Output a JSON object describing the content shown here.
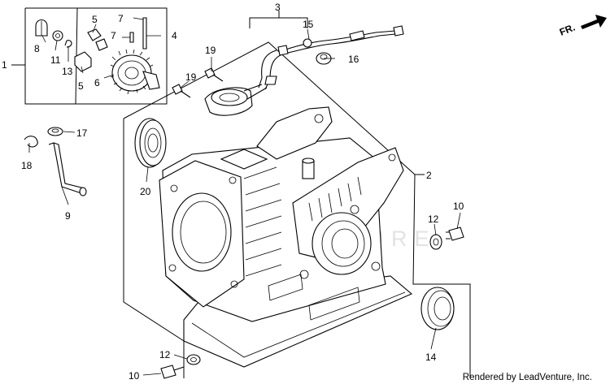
{
  "diagram": {
    "watermark_text": "LEADVENTURE",
    "credit": "Rendered by LeadVenture, Inc.",
    "direction_arrow_label": "FR.",
    "callouts": [
      {
        "id": "c1",
        "label": "1"
      },
      {
        "id": "c2",
        "label": "2"
      },
      {
        "id": "c3",
        "label": "3"
      },
      {
        "id": "c4",
        "label": "4"
      },
      {
        "id": "c5a",
        "label": "5"
      },
      {
        "id": "c5b",
        "label": "5"
      },
      {
        "id": "c6",
        "label": "6"
      },
      {
        "id": "c7a",
        "label": "7"
      },
      {
        "id": "c7b",
        "label": "7"
      },
      {
        "id": "c8",
        "label": "8"
      },
      {
        "id": "c9",
        "label": "9"
      },
      {
        "id": "c10a",
        "label": "10"
      },
      {
        "id": "c10b",
        "label": "10"
      },
      {
        "id": "c11",
        "label": "11"
      },
      {
        "id": "c12a",
        "label": "12"
      },
      {
        "id": "c12b",
        "label": "12"
      },
      {
        "id": "c13",
        "label": "13"
      },
      {
        "id": "c14",
        "label": "14"
      },
      {
        "id": "c15",
        "label": "15"
      },
      {
        "id": "c16",
        "label": "16"
      },
      {
        "id": "c17",
        "label": "17"
      },
      {
        "id": "c18",
        "label": "18"
      },
      {
        "id": "c19a",
        "label": "19"
      },
      {
        "id": "c19b",
        "label": "19"
      },
      {
        "id": "c20",
        "label": "20"
      }
    ]
  }
}
